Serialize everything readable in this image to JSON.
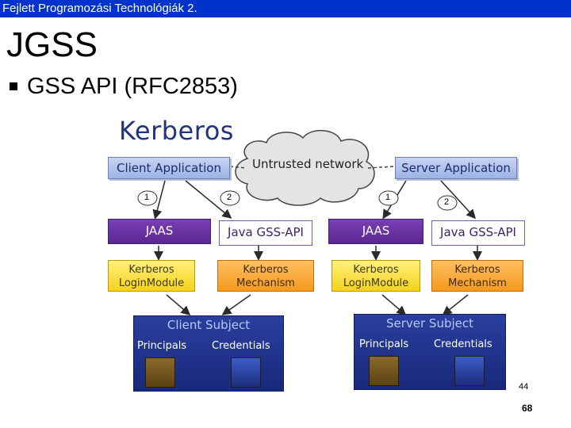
{
  "header": {
    "text": "Fejlett Programozási Technológiák 2."
  },
  "slide": {
    "title": "JGSS",
    "bullet": "GSS API (RFC2853)",
    "page_number": "68"
  },
  "diagram": {
    "title": "Kerberos",
    "client_application": "Client Application",
    "network": "Untrusted network",
    "server_application": "Server Application",
    "steps": [
      "1",
      "2",
      "1",
      "2"
    ],
    "jaas": "JAAS",
    "java_gss_api": "Java GSS-API",
    "login_module": [
      "Kerberos",
      "LoginModule"
    ],
    "mechanism": [
      "Kerberos",
      "Mechanism"
    ],
    "client_subject": "Client Subject",
    "server_subject": "Server Subject",
    "principals": "Principals",
    "credentials": "Credentials",
    "inner_number": "44"
  },
  "colors": {
    "header": "#0033cc",
    "app_box": "#9eb3e3",
    "jaas": "#5a2790",
    "login_module": "#f5d21c",
    "mechanism": "#f59a1e",
    "subject": "#18297a"
  },
  "icons": [
    "principal-icon",
    "credential-icon"
  ]
}
